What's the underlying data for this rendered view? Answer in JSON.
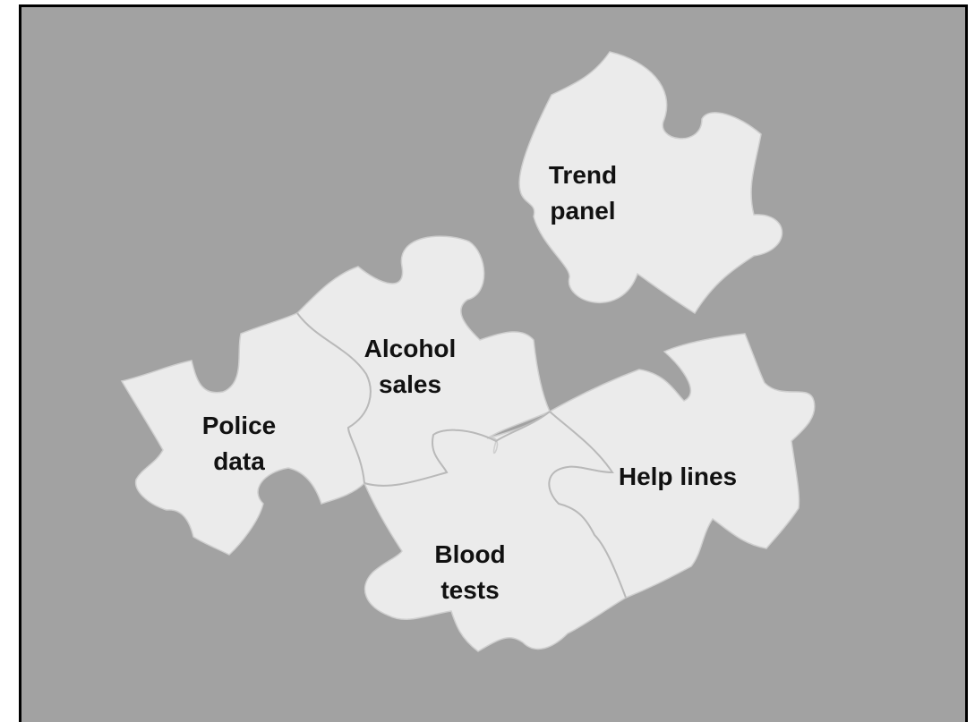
{
  "pieces": [
    {
      "id": "trend",
      "lines": [
        "Trend",
        "panel"
      ]
    },
    {
      "id": "alcohol",
      "lines": [
        "Alcohol",
        "sales"
      ]
    },
    {
      "id": "police",
      "lines": [
        "Police",
        "data"
      ]
    },
    {
      "id": "helplines",
      "lines": [
        "Help lines"
      ]
    },
    {
      "id": "blood",
      "lines": [
        "Blood",
        "tests"
      ]
    }
  ],
  "colors": {
    "background": "#a2a2a2",
    "piece": "#ebebeb",
    "border": "#000000",
    "text": "#111111"
  }
}
